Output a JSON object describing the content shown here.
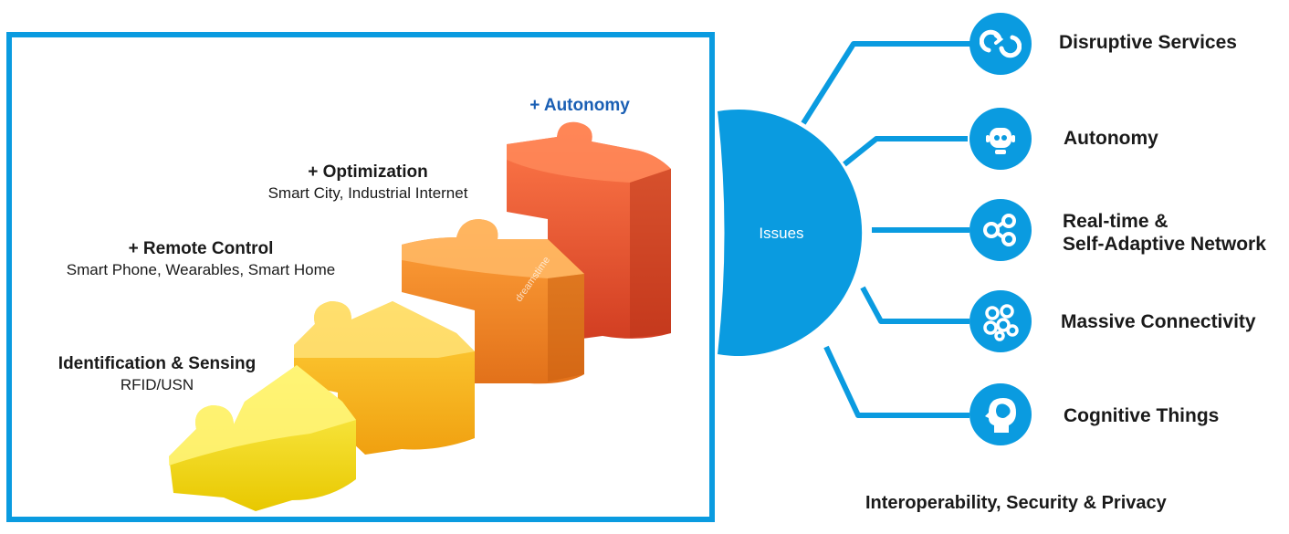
{
  "stages": [
    {
      "title": "Identification & Sensing",
      "subtitle": "RFID/USN"
    },
    {
      "title": "+ Remote Control",
      "subtitle": "Smart Phone, Wearables, Smart Home"
    },
    {
      "title": "+ Optimization",
      "subtitle": "Smart City, Industrial Internet"
    },
    {
      "title": "+ Autonomy",
      "subtitle": ""
    }
  ],
  "hub": {
    "label": "Issues"
  },
  "issues": [
    {
      "label": "Disruptive Services",
      "icon": "refresh-arrows-icon"
    },
    {
      "label": "Autonomy",
      "icon": "robot-head-icon"
    },
    {
      "label_line1": "Real-time &",
      "label_line2": "Self-Adaptive Network",
      "icon": "network-nodes-icon"
    },
    {
      "label": "Massive Connectivity",
      "icon": "connected-circles-icon"
    },
    {
      "label": "Cognitive Things",
      "icon": "brain-head-icon"
    }
  ],
  "footer": "Interoperability, Security & Privacy",
  "watermark": "dreamstime",
  "colors": {
    "accent": "#0a9be0",
    "autonomy_text": "#1a5fb4",
    "piece_yellow": "#f7e018",
    "piece_orange_light": "#f6a21c",
    "piece_orange": "#ef7b1f",
    "piece_red": "#e0442a"
  }
}
